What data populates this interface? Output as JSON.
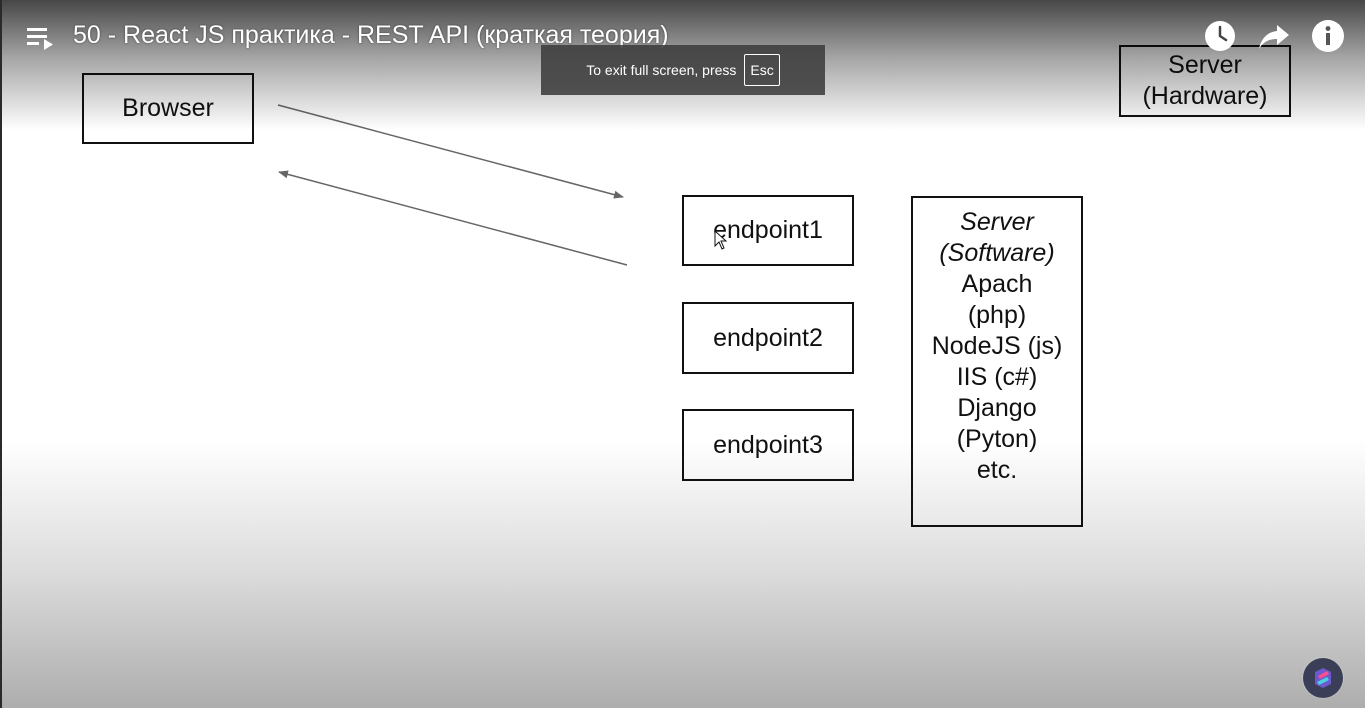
{
  "player": {
    "title": "50 - React JS практика - REST API (краткая теория)",
    "fullscreen_toast": {
      "message": "To exit full screen, press",
      "key": "Esc"
    },
    "icons": {
      "menu": "playlist-icon",
      "watch_later": "clock-icon",
      "share": "share-icon",
      "info": "info-icon",
      "channel": "channel-badge-icon"
    }
  },
  "slide": {
    "browser_label": "Browser",
    "server_hardware": [
      "Server",
      "(Hardware)"
    ],
    "endpoints": [
      "endpoint1",
      "endpoint2",
      "endpoint3"
    ],
    "server_software": {
      "heading": [
        "Server",
        "(Software)"
      ],
      "items": [
        "Apach",
        "(php)",
        "NodeJS (js)",
        "IIS (c#)",
        "Django",
        "(Pyton)",
        "etc."
      ]
    }
  },
  "colors": {
    "box_border": "#111111",
    "arrow": "#666666",
    "toast_bg": "#3c3c3c",
    "badge_bg": "#3a3f57"
  }
}
